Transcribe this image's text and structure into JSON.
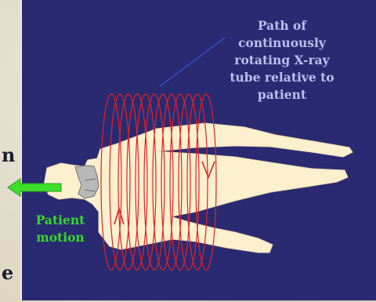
{
  "diagram": {
    "path_label": [
      "Path of",
      "continuously",
      "rotating X-ray",
      "tube relative to",
      "patient"
    ],
    "motion_label": [
      "Patient",
      "motion"
    ],
    "left_edge_text": [
      "n",
      "e"
    ],
    "colors": {
      "panel": "#2a2a72",
      "body": "#fdf0cf",
      "helix": "#e22222",
      "arrow_motion": "#3be02a",
      "pointer": "#3a48c8",
      "path_text": "#b8c0ee",
      "motion_text": "#34d82a"
    }
  }
}
